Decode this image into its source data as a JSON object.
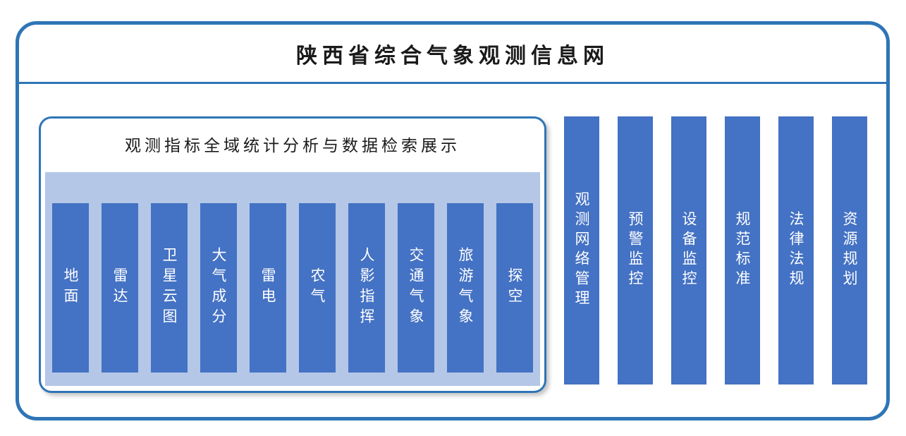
{
  "title": "陕西省综合气象观测信息网",
  "panel": {
    "title": "观测指标全域统计分析与数据检索展示",
    "items": [
      {
        "label": "地面"
      },
      {
        "label": "雷达"
      },
      {
        "label": "卫星云图"
      },
      {
        "label": "大气成分"
      },
      {
        "label": "雷电"
      },
      {
        "label": "农气"
      },
      {
        "label": "人影指挥"
      },
      {
        "label": "交通气象"
      },
      {
        "label": "旅游气象"
      },
      {
        "label": "探空"
      }
    ]
  },
  "right_columns": [
    {
      "label": "观测网络管理"
    },
    {
      "label": "预警监控"
    },
    {
      "label": "设备监控"
    },
    {
      "label": "规范标准"
    },
    {
      "label": "法律法规"
    },
    {
      "label": "资源规划"
    }
  ],
  "colors": {
    "frame_border": "#2e75b6",
    "bar_fill": "#4472c4",
    "panel_inner_bg": "#b4c7e7",
    "bar_text": "#ffffff",
    "title_text": "#1a1a1a"
  }
}
